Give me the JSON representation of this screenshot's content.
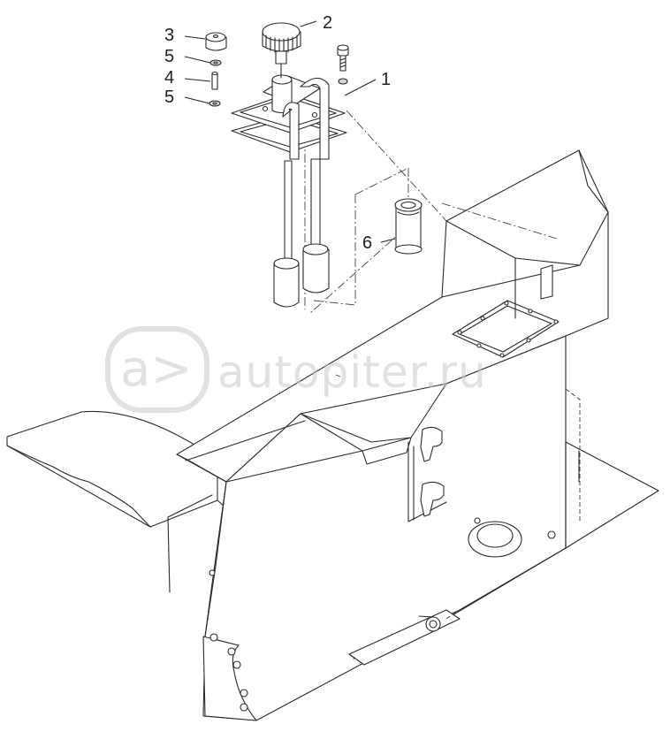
{
  "diagram": {
    "callouts": [
      {
        "id": "1",
        "label": "1"
      },
      {
        "id": "2",
        "label": "2"
      },
      {
        "id": "3",
        "label": "3"
      },
      {
        "id": "5a",
        "label": "5"
      },
      {
        "id": "4",
        "label": "4"
      },
      {
        "id": "5b",
        "label": "5"
      },
      {
        "id": "6",
        "label": "6"
      }
    ],
    "watermark": {
      "text": "autopiter.ru"
    }
  }
}
